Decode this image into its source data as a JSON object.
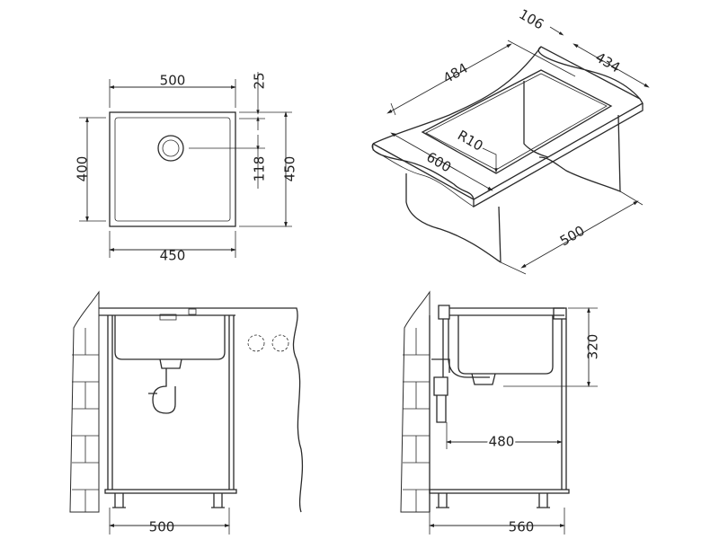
{
  "top_view": {
    "width_top": "500",
    "width_bottom": "450",
    "height_left": "400",
    "offset_top": "25",
    "drain_offset": "118",
    "height_right": "450"
  },
  "isometric_view": {
    "depth_top": "106",
    "inner_length": "484",
    "inner_width": "434",
    "length": "600",
    "radius": "R10",
    "cabinet_width": "500"
  },
  "front_view": {
    "cabinet_width": "500"
  },
  "side_view": {
    "depth": "320",
    "drain_distance": "480",
    "cabinet_depth": "560"
  }
}
